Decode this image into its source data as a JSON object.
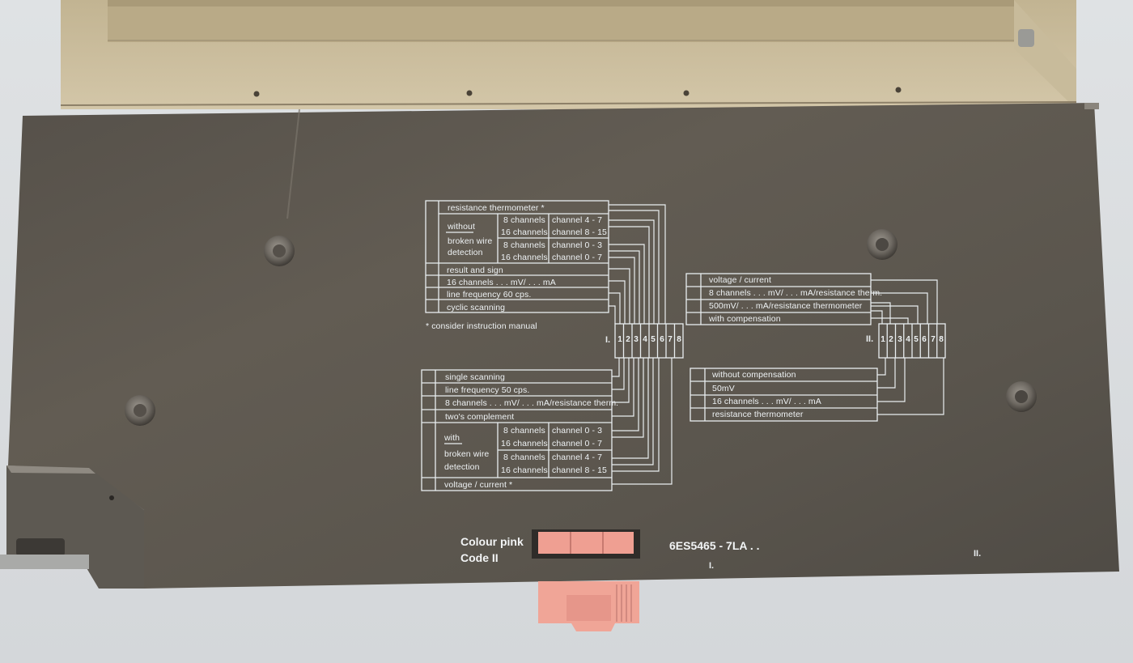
{
  "colors": {
    "panel": "#5e5850",
    "beige_housing": "#cdbf9f",
    "print": "#e9eef0",
    "connector": "#ef9f92",
    "background": "#dcdfe1"
  },
  "switch_numbers": [
    "1",
    "2",
    "3",
    "4",
    "5",
    "6",
    "7",
    "8"
  ],
  "group1": {
    "label": "I.",
    "top_table": {
      "rows": {
        "resistance_thermometer": "resistance thermometer *",
        "without": "without",
        "broken_wire": "broken wire",
        "detection": "detection",
        "ch8_a": "8 channels",
        "ch16_a": "16 channels",
        "ch8_b": "8 channels",
        "ch16_b": "16 channels",
        "chan_4_7": "channel 4 - 7",
        "chan_8_15": "channel 8 - 15",
        "chan_0_3": "channel 0 - 3",
        "chan_0_7": "channel 0 - 7",
        "result_sign": "result and sign",
        "sixteen_mv": "16 channels . . . mV/ . . . mA",
        "line_60": "line frequency 60 cps.",
        "cyclic": "cyclic scanning"
      },
      "footnote": "*   consider instruction manual"
    },
    "bottom_table": {
      "rows": {
        "single": "single scanning",
        "line_50": "line frequency 50 cps.",
        "eight_mv": "8 channels . . . mV/ . . . mA/resistance therm.",
        "twos": "two's complement",
        "with": "with",
        "broken_wire": "broken wire",
        "detection": "detection",
        "ch8_a": "8 channels",
        "ch16_a": "16 channels",
        "ch8_b": "8 channels",
        "ch16_b": "16 channels",
        "chan_0_3": "channel 0 - 3",
        "chan_0_7": "channel 0 - 7",
        "chan_4_7": "channel 4 - 7",
        "chan_8_15": "channel 8 - 15",
        "voltage_current": "voltage / current *"
      }
    }
  },
  "group2": {
    "label": "II.",
    "top_table": {
      "rows": {
        "voltage_current": "voltage / current",
        "eight_mv": "8 channels . . . mV/ . . . mA/resistance therm.",
        "fivehundred": "500mV/ . . . mA/resistance thermometer",
        "with_comp": "with compensation"
      }
    },
    "bottom_table": {
      "rows": {
        "without_comp": "without compensation",
        "fifty": "50mV",
        "sixteen_mv": "16 channels . . . mV/ . . . mA",
        "res_therm": "resistance thermometer"
      }
    }
  },
  "coding": {
    "colour": "Colour pink",
    "code": "Code II"
  },
  "part_number": "6ES5465 - 7LA . .",
  "slot_labels": {
    "first": "I.",
    "second": "II."
  }
}
